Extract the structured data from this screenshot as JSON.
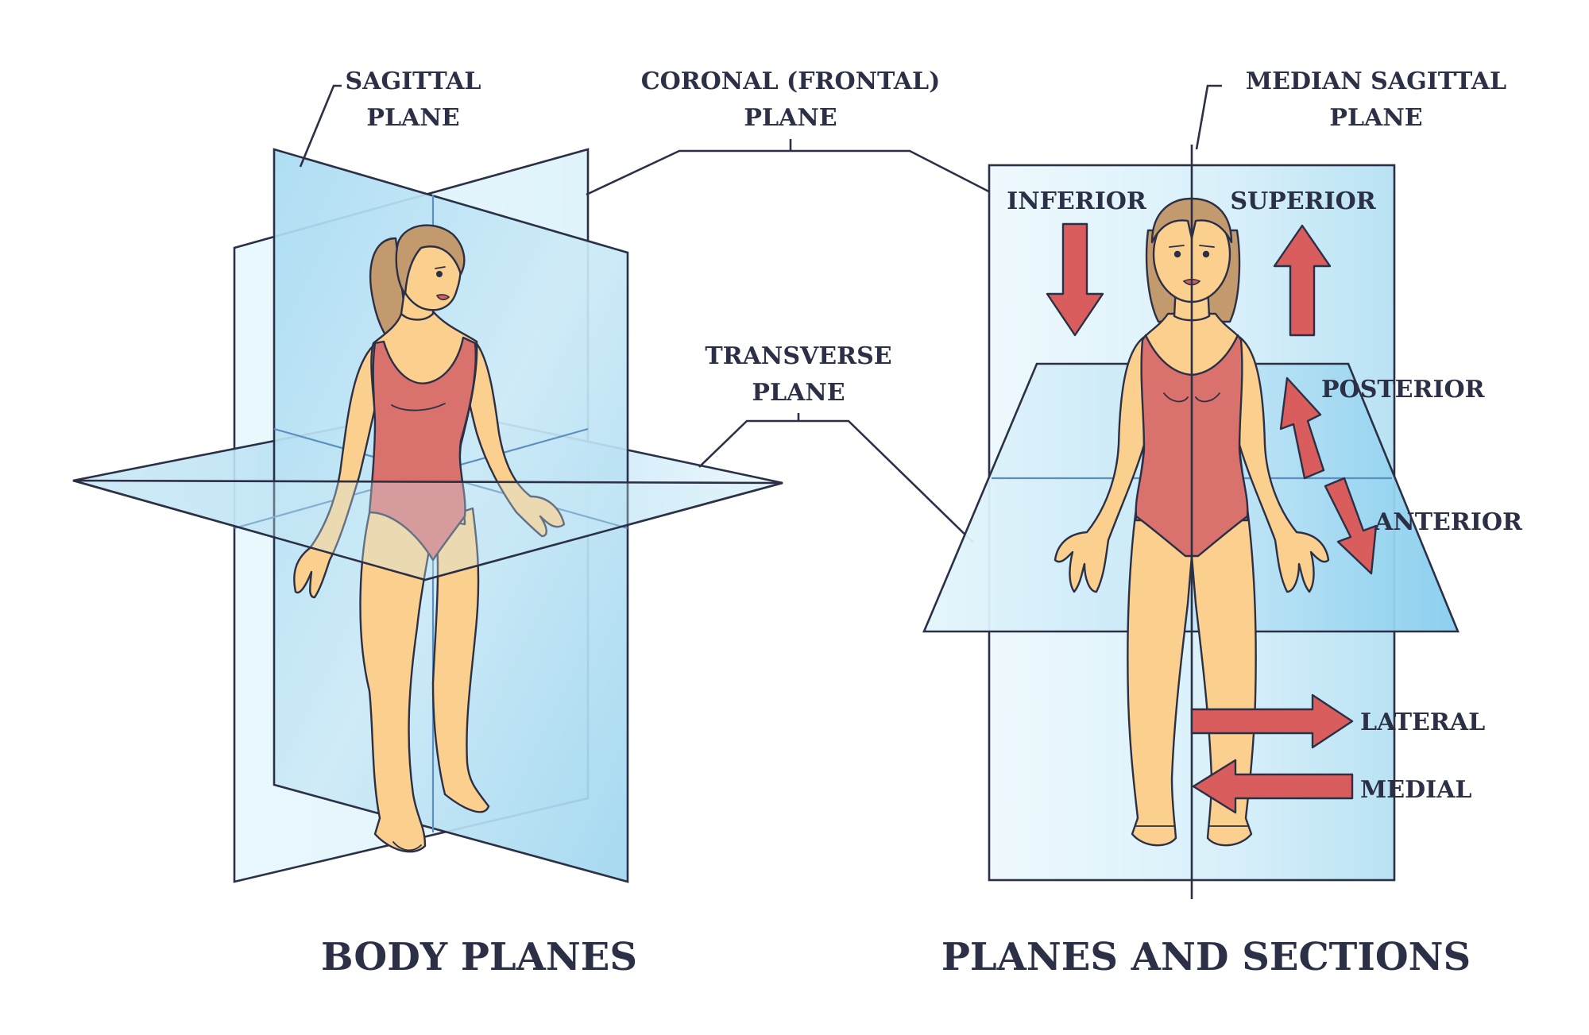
{
  "labels": {
    "sagittal": [
      "SAGITTAL",
      "PLANE"
    ],
    "coronal": [
      "CORONAL (FRONTAL)",
      "PLANE"
    ],
    "median_sagittal": [
      "MEDIAN SAGITTAL",
      "PLANE"
    ],
    "transverse": [
      "TRANSVERSE",
      "PLANE"
    ],
    "inferior": "INFERIOR",
    "superior": "SUPERIOR",
    "posterior": "POSTERIOR",
    "anterior": "ANTERIOR",
    "lateral": "LATERAL",
    "medial": "MEDIAL"
  },
  "titles": {
    "left": "BODY PLANES",
    "right": "PLANES AND SECTIONS"
  },
  "colors": {
    "outline": "#2b3046",
    "plane_light": "#e6f6fc",
    "plane_mid": "#c5e7f6",
    "plane_deep": "#8fd0ee",
    "skin": "#fbcf8e",
    "swimsuit": "#d9716d",
    "hair": "#c39a6d",
    "arrow": "#da5d5d"
  }
}
